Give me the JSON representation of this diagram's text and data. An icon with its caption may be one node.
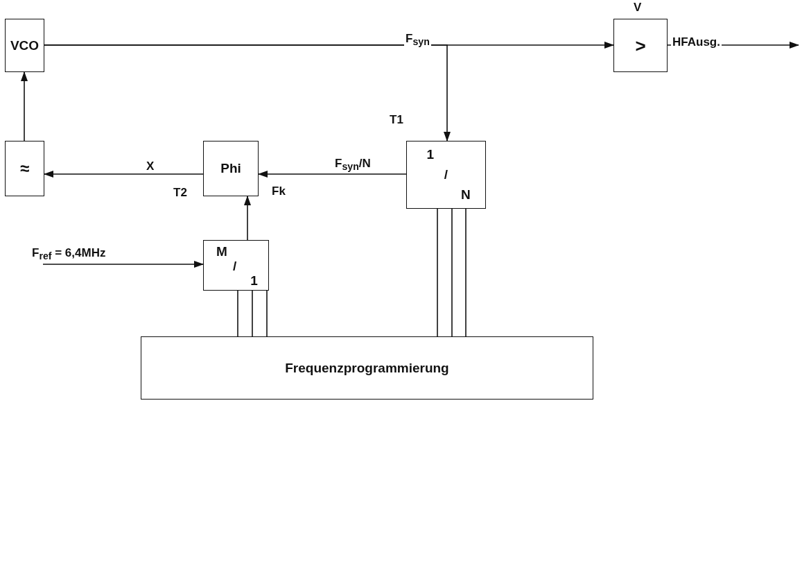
{
  "diagram": {
    "nodes": [
      {
        "text": [
          "VCO"
        ]
      },
      {
        "text": [
          ">"
        ],
        "beside": [
          "V"
        ]
      },
      {
        "text": [
          "≈"
        ]
      },
      {
        "text": [
          "Phi"
        ]
      },
      {
        "text": [
          "1",
          "/",
          "N"
        ],
        "beside": [
          "T1"
        ]
      },
      {
        "text": [
          "M",
          "/",
          "1"
        ]
      },
      {
        "text": [
          "Frequenzprogrammierung"
        ]
      }
    ],
    "edges": [
      {
        "from": 0,
        "to": 1,
        "arrow": "to",
        "label": "F$_{syn}$"
      },
      {
        "from": 0,
        "to": 4,
        "arrow": "to"
      },
      {
        "from": 1,
        "to": null,
        "arrow": "to",
        "label": "HFAusg."
      },
      {
        "from": 4,
        "to": 3,
        "arrow": "to",
        "label": "F$_{syn}$/N"
      },
      {
        "from": 3,
        "to": 2,
        "arrow": "to",
        "label": "X"
      },
      {
        "from": 2,
        "to": 0,
        "arrow": "to"
      },
      {
        "from": 5,
        "to": 3,
        "arrow": "to",
        "label": "Fk"
      },
      {
        "from": null,
        "to": 5,
        "arrow": "to",
        "label": "F$_{ref}$ = 6,4MHz"
      },
      {
        "from": 6,
        "to": 5,
        "arrow": "none"
      },
      {
        "from": 6,
        "to": 5,
        "arrow": "none"
      },
      {
        "from": 6,
        "to": 5,
        "arrow": "none"
      },
      {
        "from": 6,
        "to": 4,
        "arrow": "none"
      },
      {
        "from": 6,
        "to": 4,
        "arrow": "none"
      },
      {
        "from": 6,
        "to": 4,
        "arrow": "none"
      }
    ],
    "labels": [
      "T2"
    ]
  }
}
